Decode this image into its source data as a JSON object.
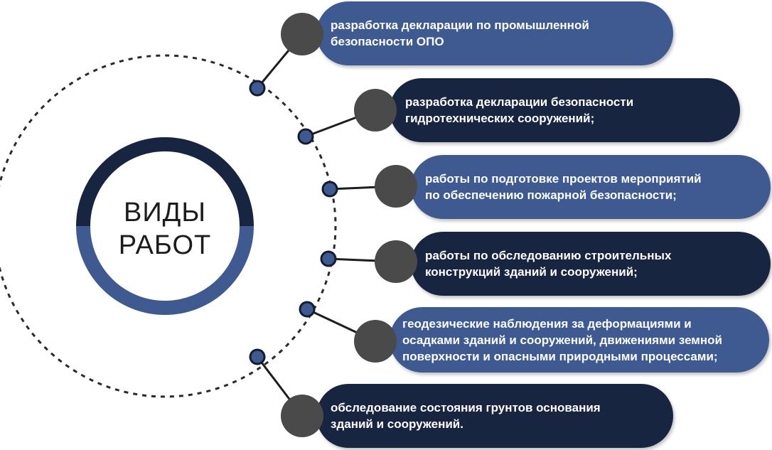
{
  "title": "ВИДЫ\nРАБОТ",
  "colors": {
    "blue": "#3e5a90",
    "navy": "#182540",
    "knob": "#4a4a4a",
    "ring_top": "#182540",
    "ring_bottom": "#3e5a90"
  },
  "items": [
    {
      "text": "разработка декларации по промышленной\nбезопасности ОПО",
      "color": "blue"
    },
    {
      "text": "разработка декларации безопасности\nгидротехнических сооружений;",
      "color": "navy"
    },
    {
      "text": "работы по подготовке проектов мероприятий\nпо обеспечению пожарной безопасности;",
      "color": "blue"
    },
    {
      "text": "работы по обследованию строительных\nконструкций зданий и сооружений;",
      "color": "navy"
    },
    {
      "text": "геодезические наблюдения за деформациями и\nосадками зданий и сооружений, движениями земной\nповерхности и опасными природными процессами;",
      "color": "blue"
    },
    {
      "text": "обследование состояния грунтов основания\nзданий и сооружений.",
      "color": "navy"
    }
  ]
}
